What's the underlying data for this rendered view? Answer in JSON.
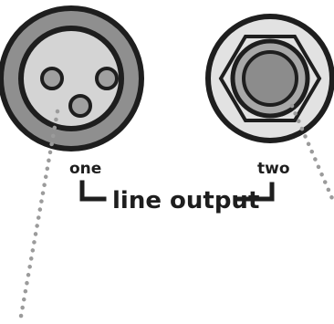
{
  "connectors": [
    {
      "label": "one",
      "type": "xlr-icon",
      "leader_line_color": "#9b9b9b"
    },
    {
      "label": "two",
      "type": "quarter-inch-jack-icon",
      "leader_line_color": "#9b9b9b"
    }
  ],
  "group_label": "line output",
  "colors": {
    "outline": "#1e1e1e",
    "xlr_outer_ring": "#8f8f8f",
    "xlr_inner_ring": "#d4d4d4",
    "pin_fill": "#a0a0a0",
    "jack_face": "#e2e2e2",
    "jack_ring": "#a8a8a8",
    "jack_hole": "#8c8c8c",
    "background": "#ffffff"
  }
}
